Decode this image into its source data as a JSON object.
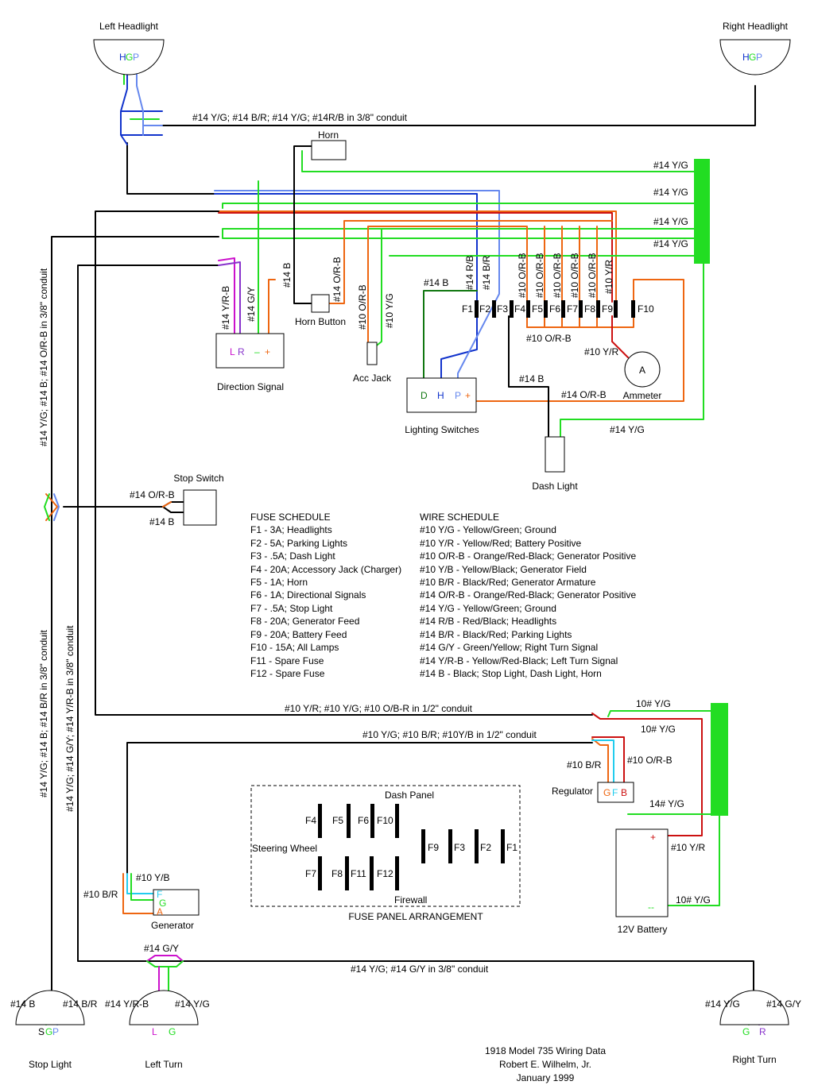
{
  "colors": {
    "green": "#22dd22",
    "black": "#000000",
    "orange": "#ee6611",
    "blue": "#1133cc",
    "lightblue": "#6688ee",
    "red": "#cc1111",
    "magenta": "#cc11cc",
    "purple": "#8833cc",
    "cyan": "#22ccee",
    "darkgreen": "#117711"
  },
  "components": {
    "left_headlight": "Left Headlight",
    "right_headlight": "Right Headlight",
    "headlight_pins": [
      "H",
      "G",
      "P"
    ],
    "horn": "Horn",
    "horn_button": "Horn Button",
    "direction_signal": "Direction Signal",
    "direction_signal_pins": [
      "L",
      "R",
      "–",
      "+"
    ],
    "acc_jack": "Acc Jack",
    "lighting_switches": "Lighting Switches",
    "lighting_switch_pins": [
      "D",
      "H",
      "P",
      "+"
    ],
    "dash_light": "Dash Light",
    "ammeter": "Ammeter",
    "ammeter_symbol": "A",
    "stop_switch": "Stop Switch",
    "regulator": "Regulator",
    "regulator_pins": [
      "G",
      "F",
      "B"
    ],
    "generator": "Generator",
    "generator_pins": [
      "F",
      "G",
      "A"
    ],
    "battery": "12V Battery",
    "battery_plus": "+",
    "battery_minus": "--",
    "stop_light": "Stop Light",
    "stop_light_pins": [
      "S",
      "G",
      "P"
    ],
    "left_turn": "Left Turn",
    "left_turn_pins": [
      "L",
      "G"
    ],
    "right_turn": "Right Turn",
    "right_turn_pins": [
      "G",
      "R"
    ]
  },
  "fuses": [
    "F1",
    "F2",
    "F3",
    "F4",
    "F5",
    "F6",
    "F7",
    "F8",
    "F9",
    "F10"
  ],
  "wire_labels": {
    "headlight_conduit": "#14 Y/G; #14 B/R; #14 Y/G; #14R/B in 3/8\" conduit",
    "bus_yg_1": "#14 Y/G",
    "bus_yg_2": "#14 Y/G",
    "bus_yg_3": "#14 Y/G",
    "bus_yg_4": "#14 Y/G",
    "ds_yrb": "#14 Y/R-B",
    "ds_gy": "#14 G/Y",
    "horn_b": "#14 B",
    "horn_orb": "#14 O/R-B",
    "acc_orb": "#10 O/R-B",
    "acc_yg": "#10 Y/G",
    "sw_b": "#14 B",
    "fuse_rb": "#14 R/B",
    "fuse_br": "#14 B/R",
    "fuse_orb_1": "#10 O/R-B",
    "fuse_orb_2": "#10 O/R-B",
    "fuse_orb_3": "#10 O/R-B",
    "fuse_orb_4": "#10 O/R-B",
    "fuse_orb_5": "#10 O/R-B",
    "fuse_yr": "#10 Y/R",
    "fuse_orb_bottom": "#10 O/R-B",
    "ammeter_yr": "#10 Y/R",
    "dash_b": "#14 B",
    "lsw_orb": "#14 O/R-B",
    "dash_yg": "#14 Y/G",
    "left_conduit": "#14 Y/G; #14 B; #14 O/R-B in 3/8\" conduit",
    "stop_orb": "#14 O/R-B",
    "stop_b": "#14 B",
    "left_conduit_2": "#14 Y/G; #14 B; #14 B/R in 3/8\" conduit",
    "left_conduit_3": "#14 Y/G; #14 G/Y; #14 Y/R-B in 3/8\" conduit",
    "gen_conduit_1": "#10 Y/R; #10 Y/G; #10 O/B-R in 1/2\" conduit",
    "gen_conduit_2": "#10 Y/G; #10 B/R; #10Y/B in 1/2\" conduit",
    "reg_yg_1": "10# Y/G",
    "reg_yg_2": "10# Y/G",
    "reg_br": "#10 B/R",
    "reg_orb": "#10 O/R-B",
    "reg_yg_3": "14# Y/G",
    "bat_yr": "#10 Y/R",
    "bat_yg": "10# Y/G",
    "gen_yb": "#10 Y/B",
    "gen_br": "#10 B/R",
    "turn_gy": "#14 G/Y",
    "bottom_conduit": "#14 Y/G; #14 G/Y in 3/8\" conduit",
    "sl_b": "#14 B",
    "sl_br": "#14 B/R",
    "lt_yrb": "#14 Y/R-B",
    "lt_yg": "#14 Y/G",
    "rt_yg": "#14 Y/G",
    "rt_gy": "#14 G/Y"
  },
  "fuse_schedule": {
    "title": "FUSE SCHEDULE",
    "items": [
      "F1 - 3A; Headlights",
      "F2 - 5A; Parking Lights",
      "F3 - .5A; Dash Light",
      "F4 - 20A; Accessory Jack (Charger)",
      "F5 - 1A; Horn",
      "F6 - 1A; Directional Signals",
      "F7 - .5A; Stop Light",
      "F8 - 20A; Generator Feed",
      "F9 - 20A; Battery Feed",
      "F10 - 15A; All Lamps",
      "F11 - Spare Fuse",
      "F12 - Spare Fuse"
    ]
  },
  "wire_schedule": {
    "title": "WIRE SCHEDULE",
    "items": [
      "#10 Y/G - Yellow/Green; Ground",
      "#10 Y/R - Yellow/Red; Battery Positive",
      "#10 O/R-B - Orange/Red-Black; Generator Positive",
      "#10 Y/B - Yellow/Black; Generator Field",
      "#10 B/R - Black/Red; Generator Armature",
      "#14 O/R-B - Orange/Red-Black; Generator Positive",
      "#14 Y/G - Yellow/Green; Ground",
      "#14 R/B - Red/Black; Headlights",
      "#14 B/R - Black/Red; Parking Lights",
      "#14 G/Y - Green/Yellow; Right Turn Signal",
      "#14 Y/R-B - Yellow/Red-Black; Left Turn Signal",
      "#14 B - Black; Stop Light, Dash Light, Horn"
    ]
  },
  "fuse_panel": {
    "caption": "FUSE PANEL ARRANGEMENT",
    "dash_panel": "Dash Panel",
    "steering_wheel": "Steering Wheel",
    "firewall": "Firewall",
    "fuses": [
      "F4",
      "F5",
      "F6",
      "F10",
      "F9",
      "F3",
      "F2",
      "F1",
      "F7",
      "F8",
      "F11",
      "F12"
    ]
  },
  "credits": {
    "line1": "1918 Model 735 Wiring Data",
    "line2": "Robert E. Wilhelm, Jr.",
    "line3": "January 1999"
  }
}
